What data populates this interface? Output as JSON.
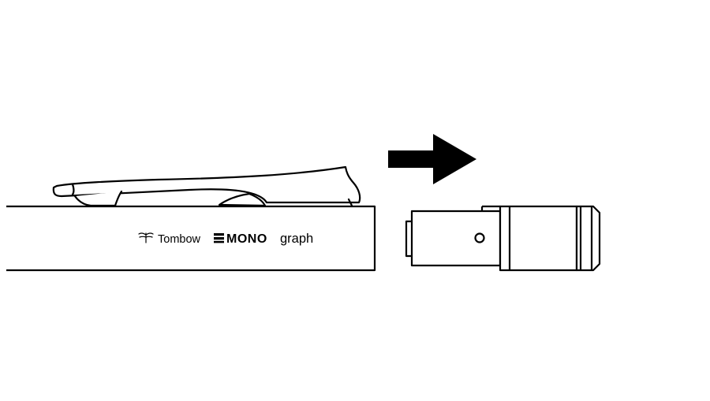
{
  "diagram": {
    "brand": {
      "maker": "Tombow",
      "product_bold": "MONO",
      "product_light": "graph"
    },
    "arrow": {
      "direction": "right",
      "color": "#000000"
    },
    "stroke_color": "#000000",
    "background": "#ffffff"
  }
}
